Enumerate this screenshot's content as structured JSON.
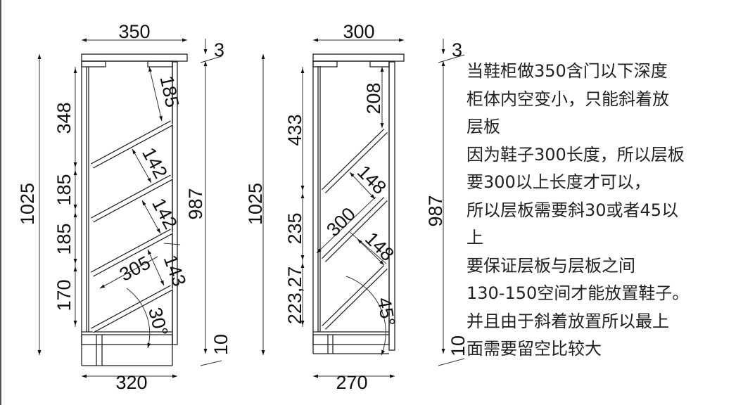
{
  "left_drawing": {
    "top_width": "350",
    "bottom_width": "320",
    "total_height": "1025",
    "inner_height": "987",
    "top_gap": "3",
    "bottom_gap": "10",
    "chain_dims": [
      "348",
      "185",
      "185",
      "170"
    ],
    "top_clearance": "185",
    "shelf_spacing": [
      "142",
      "142",
      "143"
    ],
    "shelf_length": "305",
    "angle": "30°"
  },
  "right_drawing": {
    "top_width": "300",
    "bottom_width": "270",
    "total_height": "1025",
    "inner_height": "987",
    "top_gap": "3",
    "bottom_gap": "10",
    "chain_dims": [
      "433",
      "235",
      "223,27"
    ],
    "top_clearance": "208",
    "shelf_spacing": [
      "148",
      "148"
    ],
    "shelf_length": "300",
    "angle": "45°"
  },
  "note_lines": [
    "当鞋柜做350含门以下深度",
    "柜体内空变小，只能斜着放",
    "层板",
    "因为鞋子300长度，所以层板",
    "要300以上长度才可以，",
    "所以层板需要斜30或者45以",
    "上",
    "要保证层板与层板之间",
    "130-150空间才能放置鞋子。",
    "并且由于斜着放置所以最上",
    "面需要留空比较大"
  ]
}
